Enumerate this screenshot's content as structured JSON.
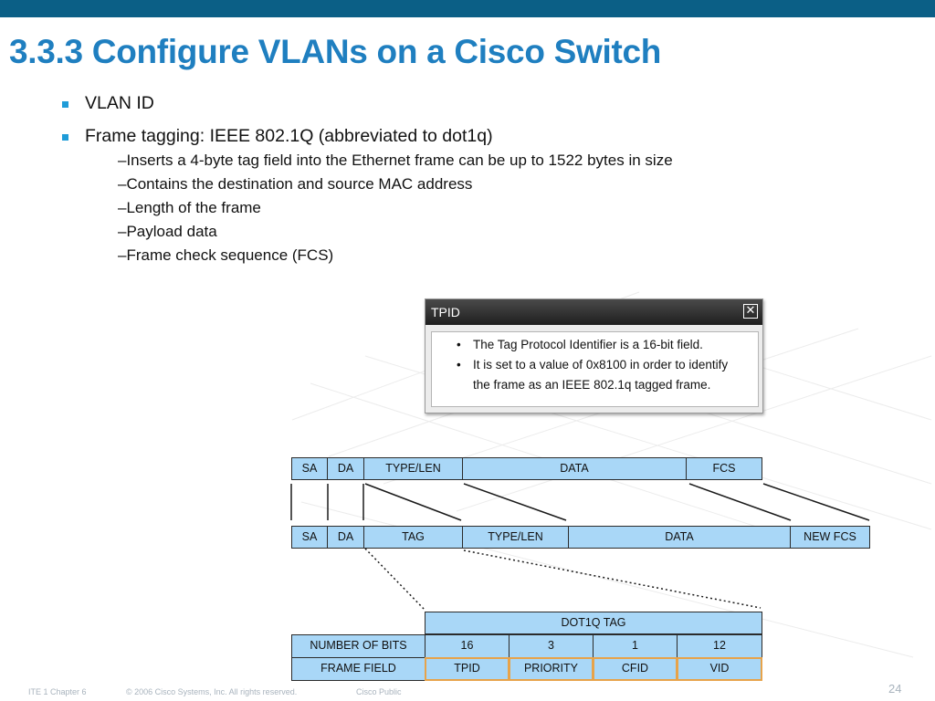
{
  "title": "3.3.3 Configure VLANs on a Cisco Switch",
  "bullets": [
    "VLAN ID",
    "Frame tagging:  IEEE 802.1Q (abbreviated to dot1q)"
  ],
  "sub_bullets": [
    "–Inserts a 4-byte tag field into the Ethernet frame can be up to 1522 bytes in size",
    "–Contains the destination and source MAC address",
    "–Length of the frame",
    "–Payload data",
    "–Frame check sequence (FCS)"
  ],
  "popup": {
    "title": "TPID",
    "close_symbol": "✕",
    "bullet_symbol": "•",
    "lines": [
      "The Tag Protocol Identifier is a 16-bit field.",
      "It is set to a value of 0x8100 in order to identify",
      "the frame as an IEEE 802.1q tagged frame."
    ]
  },
  "frame_original": [
    "SA",
    "DA",
    "TYPE/LEN",
    "DATA",
    "FCS"
  ],
  "frame_tagged": [
    "SA",
    "DA",
    "TAG",
    "TYPE/LEN",
    "DATA",
    "NEW FCS"
  ],
  "dot1q": {
    "header": "DOT1Q TAG",
    "bits_label": "NUMBER OF BITS",
    "field_label": "FRAME FIELD",
    "bits": [
      "16",
      "3",
      "1",
      "12"
    ],
    "fields": [
      "TPID",
      "PRIORITY",
      "CFID",
      "VID"
    ]
  },
  "footer": {
    "chapter": "ITE 1 Chapter 6",
    "copyright": "© 2006 Cisco Systems, Inc. All rights reserved.",
    "classification": "Cisco Public",
    "page": "24"
  },
  "colors": {
    "top_bar": "#0b5f86",
    "title": "#1f7fc0",
    "bullet": "#1f9cd8",
    "cell_fill": "#a9d7f7",
    "highlight_border": "#e7a34a"
  }
}
